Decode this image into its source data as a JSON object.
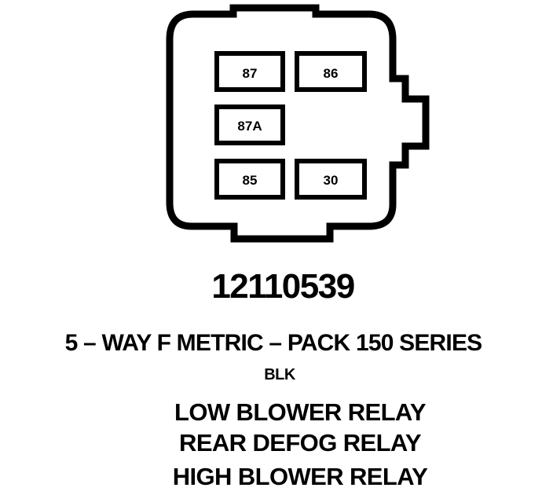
{
  "connector": {
    "cavities": [
      {
        "label": "87"
      },
      {
        "label": "86"
      },
      {
        "label": "87A"
      },
      {
        "label": "85"
      },
      {
        "label": "30"
      }
    ]
  },
  "part_number": "12110539",
  "series": "5 – WAY F METRIC – PACK 150 SERIES",
  "color": "BLK",
  "usage": [
    "LOW BLOWER RELAY",
    "REAR DEFOG RELAY",
    "HIGH BLOWER RELAY"
  ]
}
